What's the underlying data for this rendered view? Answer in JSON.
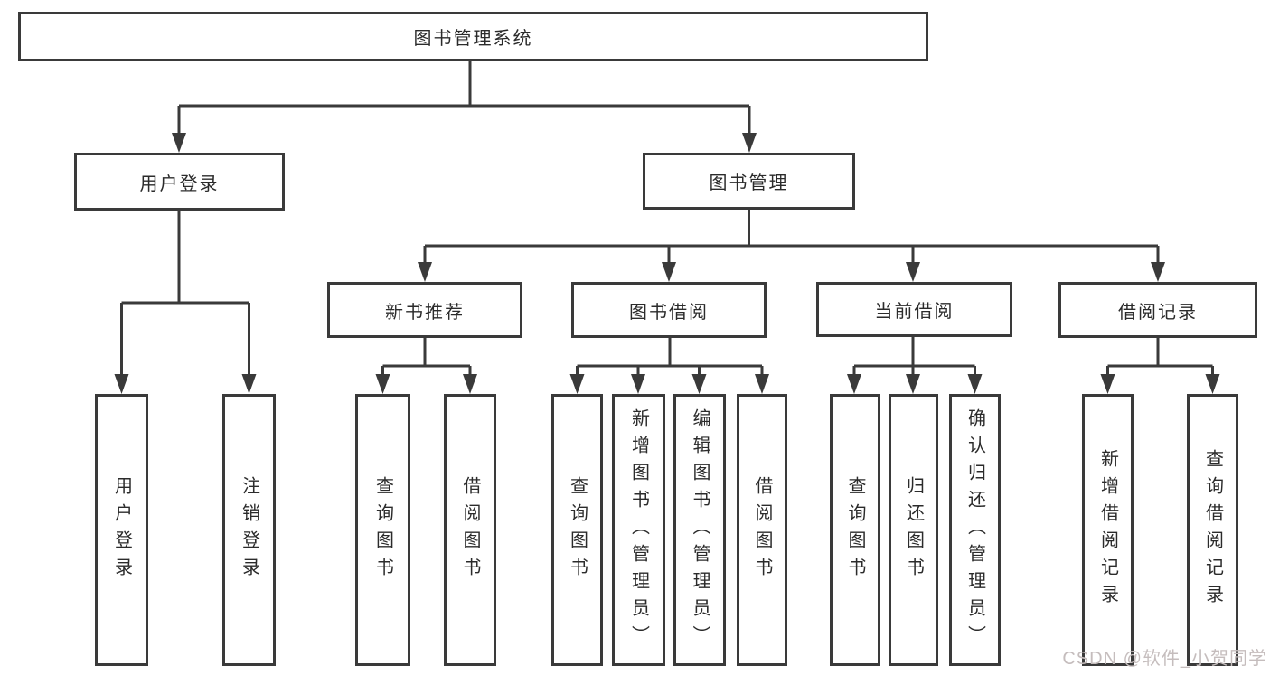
{
  "tree": {
    "label": "图书管理系统",
    "children": [
      {
        "label": "用户登录",
        "children": [
          {
            "label": "用户登录"
          },
          {
            "label": "注销登录"
          }
        ]
      },
      {
        "label": "图书管理",
        "children": [
          {
            "label": "新书推荐",
            "children": [
              {
                "label": "查询图书"
              },
              {
                "label": "借阅图书"
              }
            ]
          },
          {
            "label": "图书借阅",
            "children": [
              {
                "label": "查询图书"
              },
              {
                "label": "新增图书（管理员）"
              },
              {
                "label": "编辑图书（管理员）"
              },
              {
                "label": "借阅图书"
              }
            ]
          },
          {
            "label": "当前借阅",
            "children": [
              {
                "label": "查询图书"
              },
              {
                "label": "归还图书"
              },
              {
                "label": "确认归还（管理员）"
              }
            ]
          },
          {
            "label": "借阅记录",
            "children": [
              {
                "label": "新增借阅记录"
              },
              {
                "label": "查询借阅记录"
              }
            ]
          }
        ]
      }
    ]
  },
  "watermark": {
    "text": "CSDN @软件_小贺同学"
  },
  "colors": {
    "line": "#3a3a3a",
    "text": "#2b2b2b",
    "watermark": "#c5bdbd",
    "background": "#ffffff"
  }
}
